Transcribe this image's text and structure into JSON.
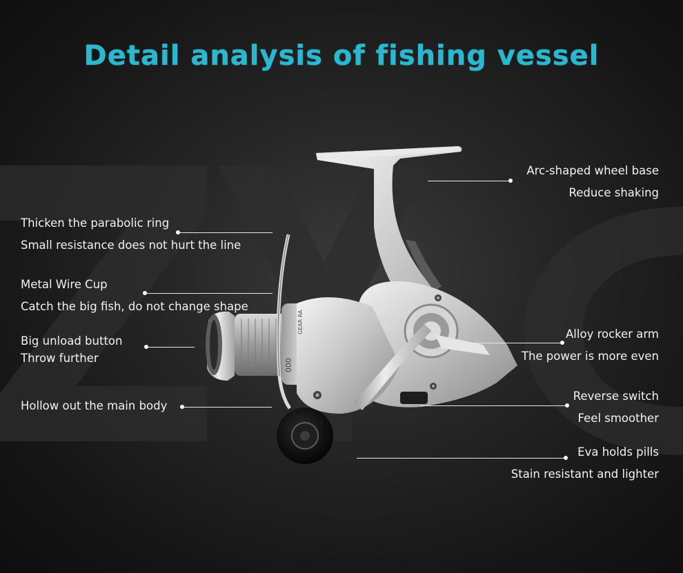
{
  "title": "Detail analysis of fishing vessel",
  "background_letters": "ZYC",
  "colors": {
    "title": "#2ab7cf",
    "background": "#1c1c1c",
    "callout_text": "#f2f2f2",
    "callout_line": "#e8e8e8"
  },
  "reel_print": {
    "model": "000",
    "gear": "GEAR RA"
  },
  "callouts_left": [
    {
      "id": "parabolic-ring",
      "line1": "Thicken the parabolic ring",
      "line2": "Small resistance does not hurt the line"
    },
    {
      "id": "wire-cup",
      "line1": "Metal Wire Cup",
      "line2": "Catch the big fish, do not change shape"
    },
    {
      "id": "unload-button",
      "line1": "Big unload button",
      "line2": "Throw further"
    },
    {
      "id": "main-body",
      "line1": "Hollow out the main body",
      "line2": ""
    }
  ],
  "callouts_right": [
    {
      "id": "wheel-base",
      "line1": "Arc-shaped wheel base",
      "line2": "Reduce shaking"
    },
    {
      "id": "rocker-arm",
      "line1": "Alloy rocker arm",
      "line2": "The power is more even"
    },
    {
      "id": "reverse-switch",
      "line1": "Reverse switch",
      "line2": "Feel smoother"
    },
    {
      "id": "eva-knob",
      "line1": "Eva holds pills",
      "line2": "Stain resistant and lighter"
    }
  ]
}
